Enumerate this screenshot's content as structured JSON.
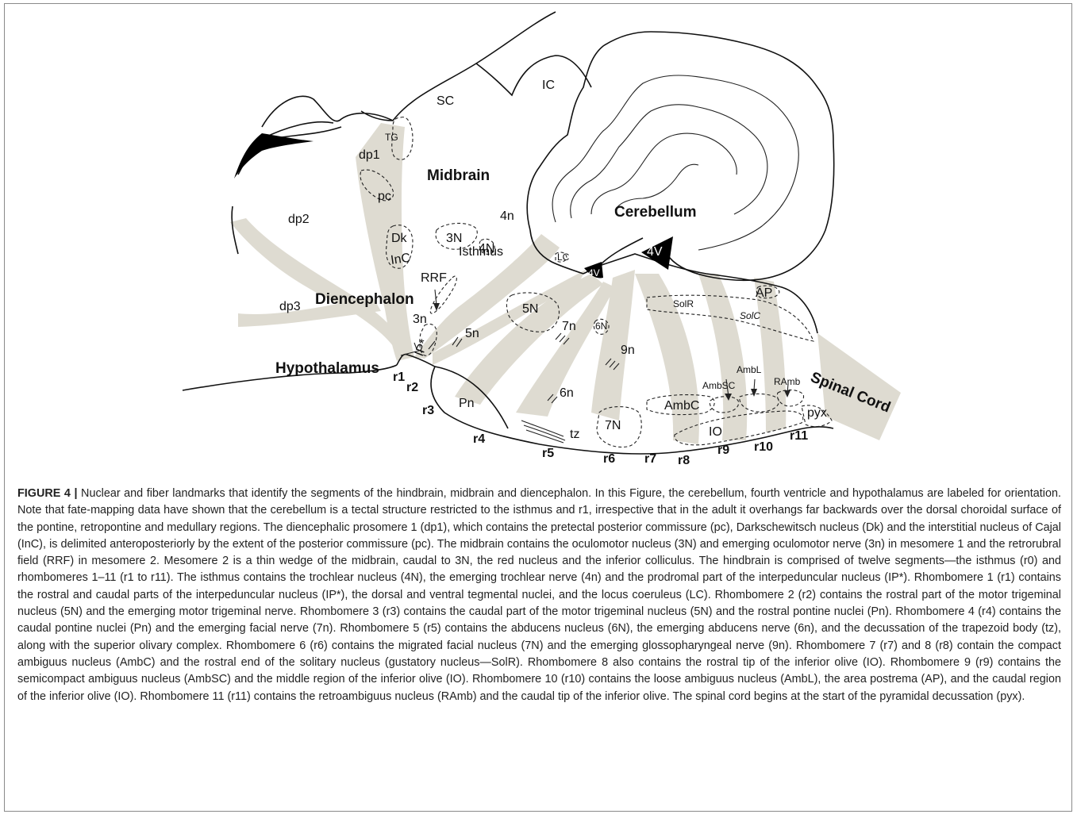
{
  "diagram": {
    "regions": {
      "midbrain": "Midbrain",
      "cerebellum": "Cerebellum",
      "diencephalon": "Diencephalon",
      "hypothalamus": "Hypothalamus",
      "spinal_cord": "Spinal Cord",
      "isthmus": "Isthmus"
    },
    "nuclei": {
      "sc": "SC",
      "ic": "IC",
      "tg": "TG",
      "dp1": "dp1",
      "pc": "pc",
      "dp2": "dp2",
      "dp3": "dp3",
      "dk": "Dk",
      "inc": "InC",
      "n3": "3N",
      "n4": "4N",
      "nerve4": "4n",
      "rrf": "RRF",
      "nerve3": "3n",
      "ip": "IP*",
      "nerve5": "5n",
      "n5": "5N",
      "nerve7": "7n",
      "n6": "6N",
      "nerve9": "9n",
      "nerve6": "6n",
      "pn": "Pn",
      "tz": "tz",
      "n7": "7N",
      "lc": "LC",
      "v4_small": "4V",
      "v4_large": "4V",
      "ap": "AP",
      "solr": "SolR",
      "solc": "SolC",
      "ambl": "AmbL",
      "ambsc": "AmbSC",
      "ramb": "RAmb",
      "ambc": "AmbC",
      "io": "IO",
      "pyx": "pyx"
    },
    "rhombomeres": {
      "r1": "r1",
      "r2": "r2",
      "r3": "r3",
      "r4": "r4",
      "r5": "r5",
      "r6": "r6",
      "r7": "r7",
      "r8": "r8",
      "r9": "r9",
      "r10": "r10",
      "r11": "r11"
    },
    "colors": {
      "band": "#dedbd1",
      "outline": "#111111",
      "ventricle": "#000000"
    }
  },
  "caption": {
    "title": "FIGURE 4 |",
    "text": "Nuclear and fiber landmarks that identify the segments of the hindbrain, midbrain and diencephalon. In this Figure, the cerebellum, fourth ventricle and hypothalamus are labeled for orientation. Note that fate-mapping data have shown that the cerebellum is a tectal structure restricted to the isthmus and r1, irrespective that in the adult it overhangs far backwards over the dorsal choroidal surface of the pontine, retropontine and medullary regions. The diencephalic prosomere 1 (dp1), which contains the pretectal posterior commissure (pc), Darkschewitsch nucleus (Dk) and the interstitial nucleus of Cajal (InC), is delimited anteroposteriorly by the extent of the posterior commissure (pc). The midbrain contains the oculomotor nucleus (3N) and emerging oculomotor nerve (3n) in mesomere 1 and the retrorubral field (RRF) in mesomere 2. Mesomere 2 is a thin wedge of the midbrain, caudal to 3N, the red nucleus and the inferior colliculus. The hindbrain is comprised of twelve segments—the isthmus (r0) and rhombomeres 1–11 (r1 to r11). The isthmus contains the trochlear nucleus (4N), the emerging trochlear nerve (4n) and the prodromal part of the interpeduncular nucleus (IP*). Rhombomere 1 (r1) contains the rostral and caudal parts of the interpeduncular nucleus (IP*), the dorsal and ventral tegmental nuclei, and the locus coeruleus (LC). Rhombomere 2 (r2) contains the rostral part of the motor trigeminal nucleus (5N) and the emerging motor trigeminal nerve. Rhombomere 3 (r3) contains the caudal part of the motor trigeminal nucleus (5N) and the rostral pontine nuclei (Pn). Rhombomere 4 (r4) contains the caudal pontine nuclei (Pn) and the emerging facial nerve (7n). Rhombomere 5 (r5) contains the abducens nucleus (6N), the emerging abducens nerve (6n), and the decussation of the trapezoid body (tz), along with the superior olivary complex. Rhombomere 6 (r6) contains the migrated facial nucleus (7N) and the emerging glossopharyngeal nerve (9n). Rhombomere 7 (r7) and 8 (r8) contain the compact ambiguus nucleus (AmbC) and the rostral end of the solitary nucleus (gustatory nucleus—SolR). Rhombomere 8 also contains the rostral tip of the inferior olive (IO). Rhombomere 9 (r9) contains the semicompact ambiguus nucleus (AmbSC) and the middle region of the inferior olive (IO). Rhombomere 10 (r10) contains the loose ambiguus nucleus (AmbL), the area postrema (AP), and the caudal region of the inferior olive (IO). Rhombomere 11 (r11) contains the retroambiguus nucleus (RAmb) and the caudal tip of the inferior olive. The spinal cord begins at the start of the pyramidal decussation (pyx)."
  }
}
